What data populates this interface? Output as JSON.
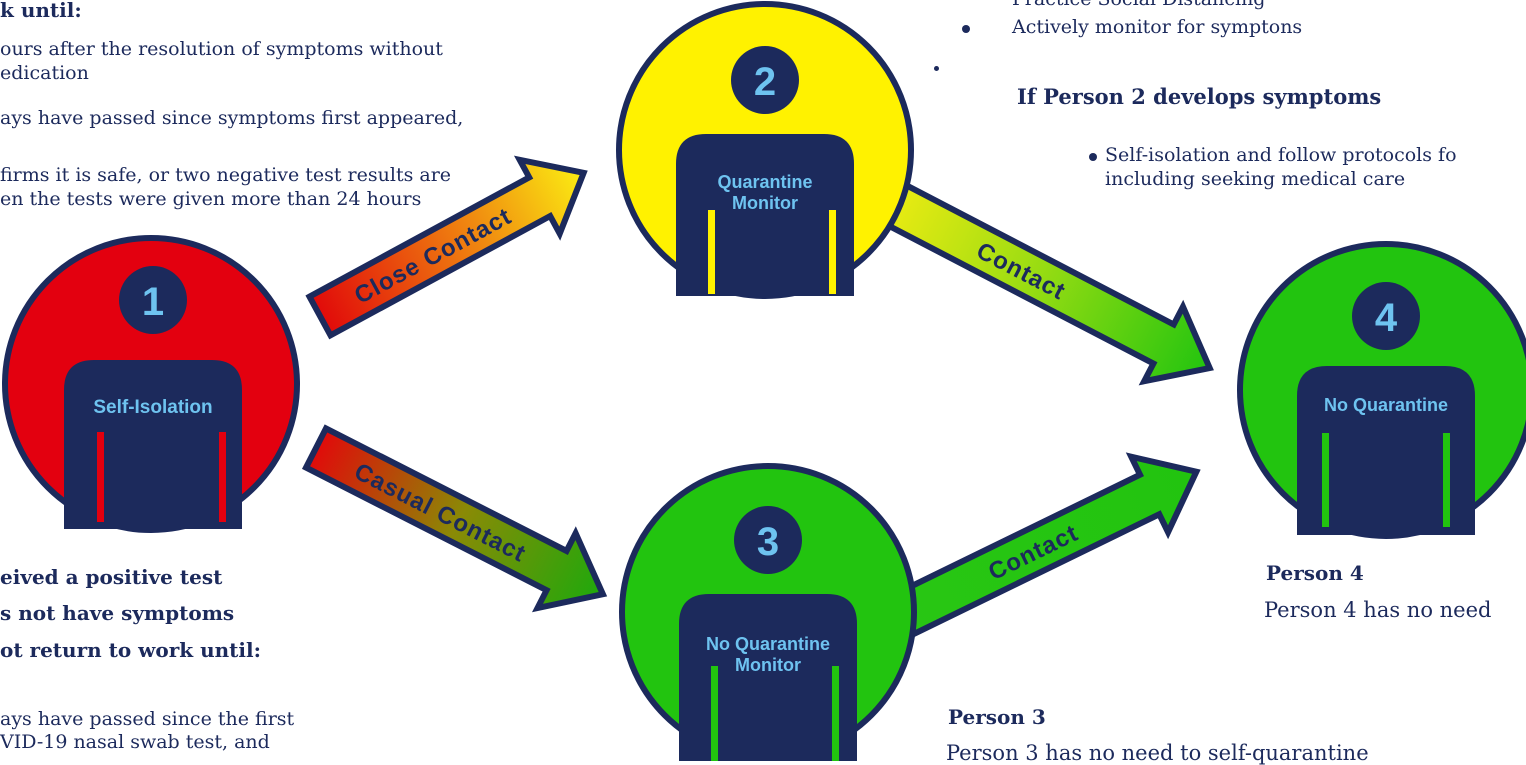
{
  "person1": {
    "number": "1",
    "label": "Self-Isolation",
    "top_heading": "k until:",
    "top_lines": [
      "ours after the resolution of symptoms without",
      "edication",
      "ays have passed since symptoms first appeared,",
      "firms it is safe, or two negative test results are",
      "en the tests were given more than 24 hours"
    ],
    "bottom_lines": [
      "eived a positive test",
      "s not have symptoms",
      "ot return to work until:"
    ],
    "bottom_body": [
      "ays have passed since the first",
      "VID-19 nasal swab test, and"
    ]
  },
  "person2": {
    "number": "2",
    "label_line1": "Quarantine",
    "label_line2": "Monitor",
    "list_top_partial": "Practice Social Distancing",
    "list_item": "Actively monitor for symptons",
    "if_heading": "If Person 2 develops symptoms",
    "sub_line1": "Self-isolation and follow protocols fo",
    "sub_line2": "including seeking medical care"
  },
  "person3": {
    "number": "3",
    "label_line1": "No Quarantine",
    "label_line2": "Monitor",
    "heading": "Person 3",
    "body": "Person 3 has no need to self-quarantine"
  },
  "person4": {
    "number": "4",
    "label": "No Quarantine",
    "heading": "Person 4",
    "body": "Person 4 has no need"
  },
  "arrows": {
    "close_contact": "Close Contact",
    "casual_contact": "Casual Contact",
    "contact_upper": "Contact",
    "contact_lower": "Contact"
  },
  "colors": {
    "navy": "#1c2a5c",
    "red": "#e3000f",
    "yellow": "#fff200",
    "green": "#22c40f",
    "label_blue": "#6ec3f0"
  }
}
